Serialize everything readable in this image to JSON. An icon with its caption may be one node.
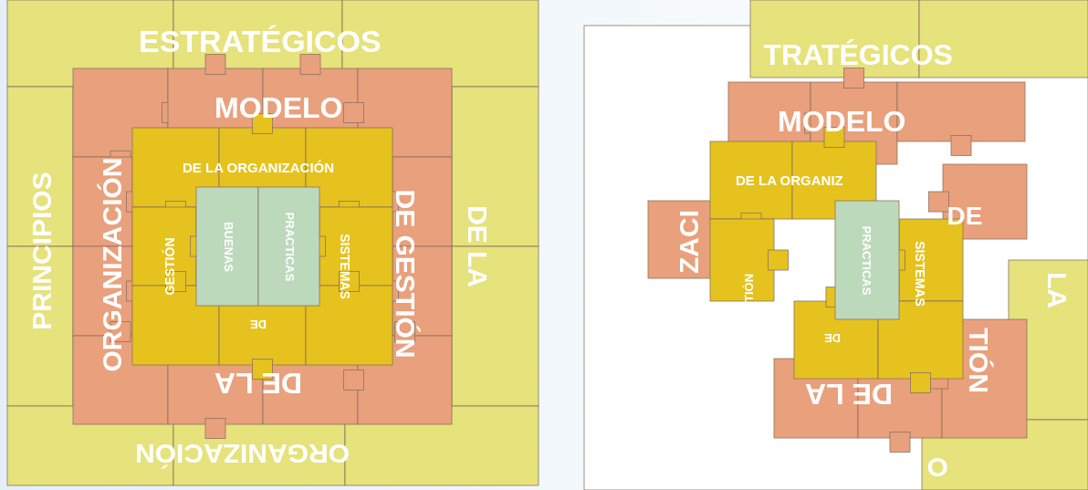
{
  "diagram": {
    "labels": [
      "ESTRATÉGICOS",
      "MODELO",
      "DE LA ORGANIZACIÓN",
      "PRINCIPIOS",
      "ORGANIZACIÓN",
      "GESTIÓN",
      "BUENAS",
      "PRACTICAS",
      "SISTEMAS",
      "DE GESTIÓN",
      "DE LA",
      "DE",
      "DE LA",
      "ORGANIZACIÓN",
      "TRATÉGICOS",
      "MODELO",
      "DE LA ORGANIZ",
      "DE",
      "ZACI",
      "TIÓN",
      "PRACTICAS",
      "SISTEMAS",
      "LA",
      "DE",
      "TIÓN",
      "DE LA",
      "O"
    ]
  }
}
